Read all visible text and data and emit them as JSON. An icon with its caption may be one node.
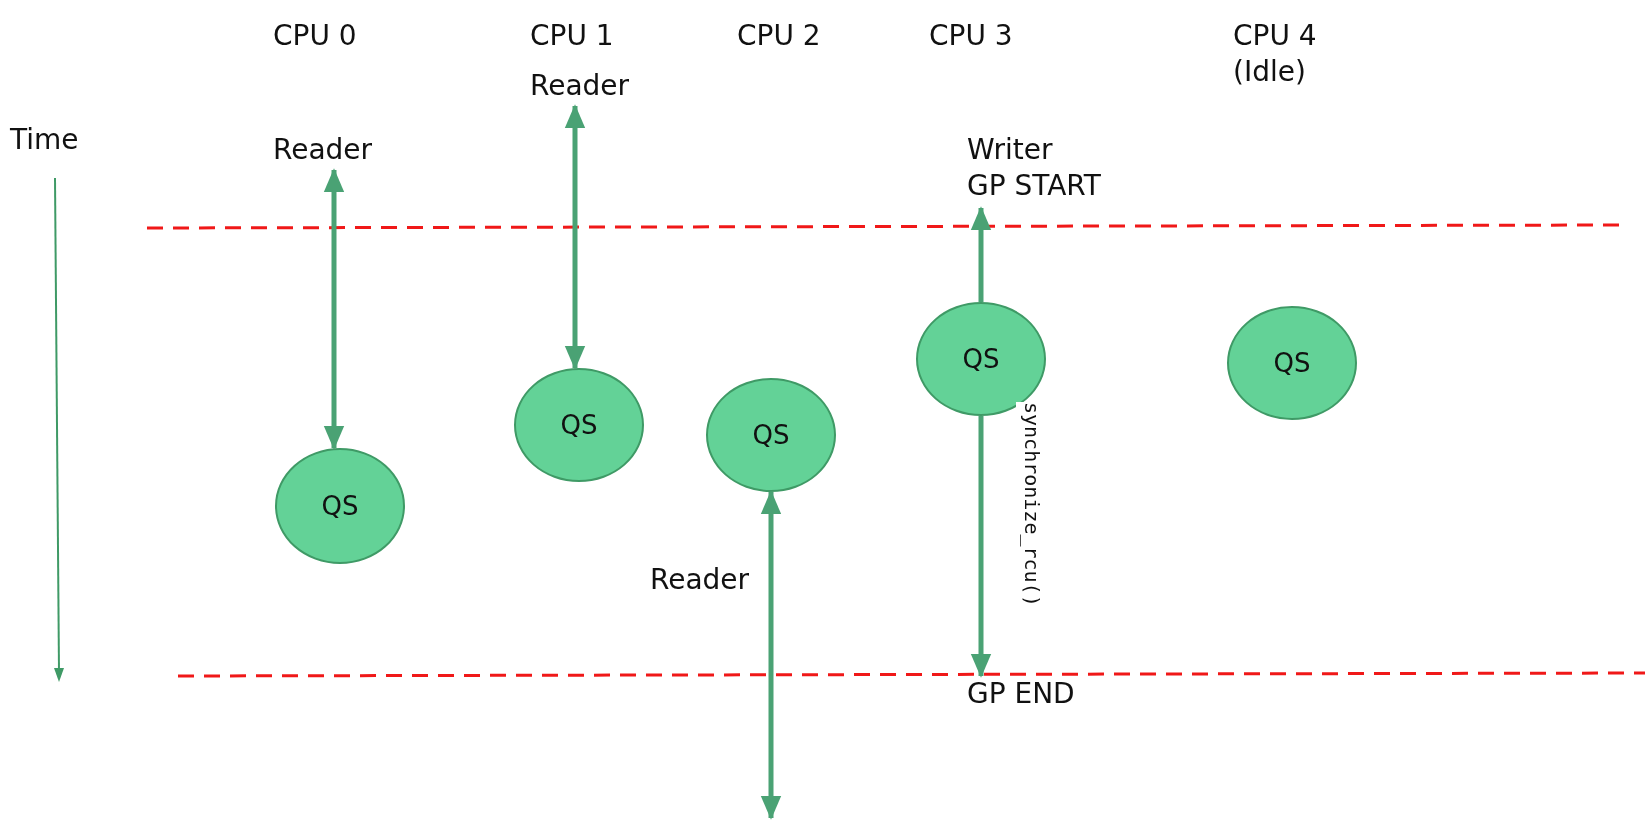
{
  "diagram": {
    "nodes": [
      {
        "text": [
          "Reader"
        ]
      },
      {
        "text": [
          "QS"
        ]
      },
      {
        "text": [
          "Reader"
        ]
      },
      {
        "text": [
          "QS"
        ]
      },
      {
        "text": [
          "QS"
        ]
      },
      {
        "text": [
          "Writer",
          "GP START"
        ]
      },
      {
        "text": [
          "QS"
        ]
      },
      {
        "text": [
          "GP END"
        ]
      },
      {
        "text": [
          "QS"
        ]
      }
    ],
    "edges": [
      {
        "from": 0,
        "to": 1,
        "arrow": "both"
      },
      {
        "from": 2,
        "to": 3,
        "arrow": "both"
      },
      {
        "from": 4,
        "to": null,
        "arrow": "both",
        "label": "Reader"
      },
      {
        "from": 6,
        "to": 5,
        "arrow": "to"
      },
      {
        "from": 6,
        "to": 7,
        "arrow": "to",
        "label": "synchronize_rcu()"
      }
    ],
    "labels": [
      "CPU 0",
      "CPU 1",
      "CPU 2",
      "CPU 3",
      "CPU 4 (Idle)",
      "Time"
    ]
  }
}
